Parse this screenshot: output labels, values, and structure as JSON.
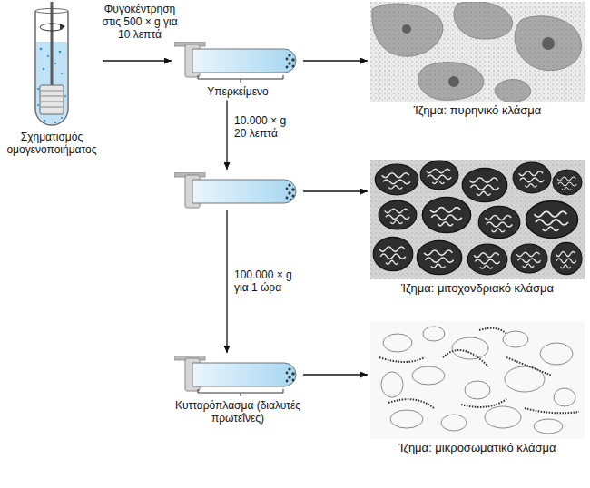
{
  "diagram": {
    "nodes": [
      {
        "text": [
          "Σχηματισμός ομογενοποιήματος"
        ]
      },
      {
        "text": [
          "Υπερκείμενο"
        ]
      },
      {
        "text": [
          "Ίζημα: πυρηνικό κλάσμα"
        ]
      },
      {
        "text": []
      },
      {
        "text": [
          "Ίζημα: μιτοχονδριακό κλάσμα"
        ]
      },
      {
        "text": [
          "Κυτταρόπλασμα (διαλυτές πρωτεΐνες)"
        ]
      },
      {
        "text": [
          "Ίζημα: μικροσωματικό κλάσμα"
        ]
      }
    ],
    "edges": [
      {
        "from": 0,
        "to": 1,
        "label": "Φυγοκέντρηση στις 500 × g για 10 λεπτά",
        "arrow": "to"
      },
      {
        "from": 1,
        "to": 2,
        "arrow": "to"
      },
      {
        "from": 1,
        "to": 3,
        "label": "10.000 × g 20 λεπτά",
        "arrow": "to"
      },
      {
        "from": 3,
        "to": 4,
        "arrow": "to"
      },
      {
        "from": 3,
        "to": 5,
        "label": "100.000 × g για 1 ώρα",
        "arrow": "to"
      },
      {
        "from": 5,
        "to": 6,
        "arrow": "to"
      }
    ]
  }
}
